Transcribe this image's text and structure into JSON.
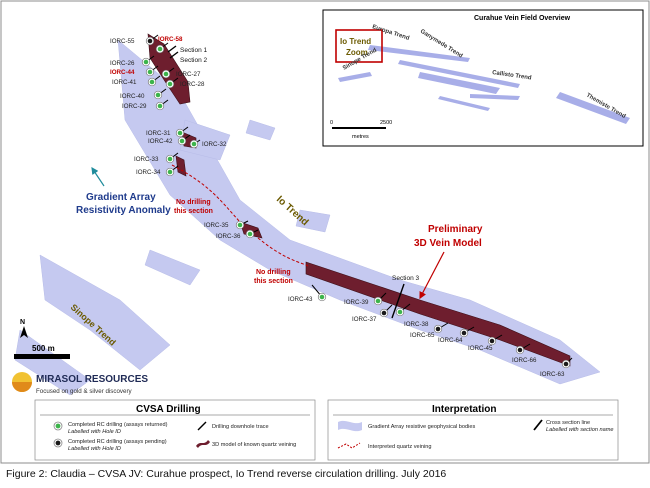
{
  "map": {
    "gradient_label": [
      "Gradient Array",
      "Resistivity Anomaly"
    ],
    "prelim_label": [
      "Preliminary",
      "3D Vein Model"
    ],
    "io_trend_label": "Io Trend",
    "sinope_trend_label": "Sinope Trend",
    "no_drilling_label": [
      "No drilling",
      "this section"
    ],
    "scale_bar_label": "500 m",
    "north_label": "N",
    "sections": [
      "Section 1",
      "Section 2",
      "Section 3"
    ],
    "drillholes": [
      {
        "id": "IORC-55",
        "status": "pending",
        "highlight": false
      },
      {
        "id": "IORC-58",
        "status": "returned",
        "highlight": true
      },
      {
        "id": "IORC-26",
        "status": "returned",
        "highlight": false
      },
      {
        "id": "IORC-44",
        "status": "returned",
        "highlight": true
      },
      {
        "id": "IORC-41",
        "status": "returned",
        "highlight": false
      },
      {
        "id": "IORC-27",
        "status": "returned",
        "highlight": false
      },
      {
        "id": "IORC-28",
        "status": "returned",
        "highlight": false
      },
      {
        "id": "IORC-40",
        "status": "returned",
        "highlight": false
      },
      {
        "id": "IORC-29",
        "status": "returned",
        "highlight": false
      },
      {
        "id": "IORC-31",
        "status": "returned",
        "highlight": false
      },
      {
        "id": "IORC-42",
        "status": "returned",
        "highlight": false
      },
      {
        "id": "IORC-32",
        "status": "returned",
        "highlight": false
      },
      {
        "id": "IORC-33",
        "status": "returned",
        "highlight": false
      },
      {
        "id": "IORC-34",
        "status": "returned",
        "highlight": false
      },
      {
        "id": "IORC-35",
        "status": "returned",
        "highlight": false
      },
      {
        "id": "IORC-36",
        "status": "returned",
        "highlight": false
      },
      {
        "id": "IORC-43",
        "status": "returned",
        "highlight": false
      },
      {
        "id": "IORC-39",
        "status": "returned",
        "highlight": false
      },
      {
        "id": "IORC-37",
        "status": "pending",
        "highlight": false
      },
      {
        "id": "IORC-38",
        "status": "returned",
        "highlight": false
      },
      {
        "id": "IORC-65",
        "status": "pending",
        "highlight": false
      },
      {
        "id": "IORC-64",
        "status": "pending",
        "highlight": false
      },
      {
        "id": "IORC-45",
        "status": "pending",
        "highlight": false
      },
      {
        "id": "IORC-66",
        "status": "pending",
        "highlight": false
      },
      {
        "id": "IORC-63",
        "status": "pending",
        "highlight": false
      }
    ]
  },
  "inset": {
    "title": "Curahue Vein Field Overview",
    "trends": [
      "Europa Trend",
      "Ganymede Trend",
      "Callisto Trend",
      "Themiste Trend",
      "Sinope Trend"
    ],
    "zoom_label": [
      "Io Trend",
      "Zoom"
    ],
    "scale_ticks": [
      "0",
      "2500"
    ],
    "scale_unit": "metres"
  },
  "logo": {
    "name": "MIRASOL RESOURCES",
    "tagline": "Focused on gold & silver discovery"
  },
  "legend": {
    "cvsa_heading": "CVSA Drilling",
    "interpretation_heading": "Interpretation",
    "completed_returned": "Completed RC drilling  (assays returned)",
    "completed_returned_sub": "Labelled with Hole ID",
    "completed_pending": "Completed RC drilling  (assays pending)",
    "completed_pending_sub": "Labelled with Hole ID",
    "downhole_trace": "Drilling downhole trace",
    "model_3d": "3D model of known quartz veining",
    "gradient_bodies": "Gradient Array resistive geophysical bodies",
    "cross_section": "Cross section line",
    "cross_section_sub": "Labelled with section name",
    "interpreted_veining": "Interpreted quartz veining"
  },
  "caption": "Figure 2: Claudia – CVSA JV: Curahue prospect, Io Trend reverse circulation drilling. July 2016",
  "colors": {
    "anomaly_fill": "#c5c9f0",
    "vein_model": "#6e1e2e",
    "returned_dot": "#3cb44b",
    "pending_dot": "#1a1a1a",
    "accent_red": "#c00000",
    "label_blue": "#1f3b8c"
  }
}
